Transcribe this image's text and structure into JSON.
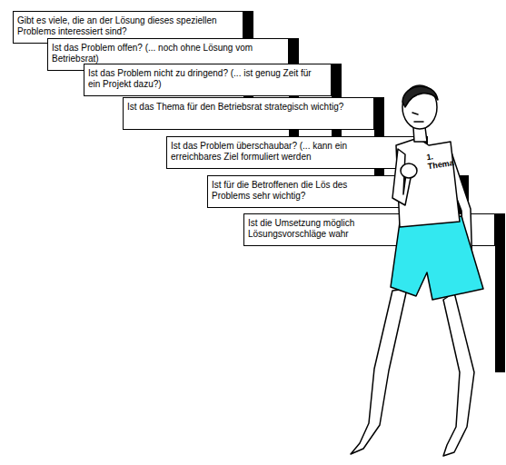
{
  "diagram": {
    "nodes": [
      {
        "text": [
          "Gibt es viele, die an der Lösung dieses speziellen Problems interessiert sind?"
        ]
      },
      {
        "text": [
          "Ist das Problem offen? (... noch ohne Lösung vom Betriebsrat)"
        ]
      },
      {
        "text": [
          "Ist das Problem nicht zu dringend? (... ist genug Zeit für ein Projekt dazu?)"
        ]
      },
      {
        "text": [
          "Ist das Thema für den Betriebsrat strategisch wichtig?"
        ]
      },
      {
        "text": [
          "Ist das Problem überschaubar? (... kann ein erreichbares Ziel formuliert werden"
        ]
      },
      {
        "text": [
          "Ist für die Betroffenen die Lös des Problems sehr wichtig?"
        ]
      },
      {
        "text": [
          "Ist die Umsetzung möglich Lösungsvorschläge wahr"
        ]
      }
    ],
    "labels": [
      "1. Thema"
    ]
  }
}
